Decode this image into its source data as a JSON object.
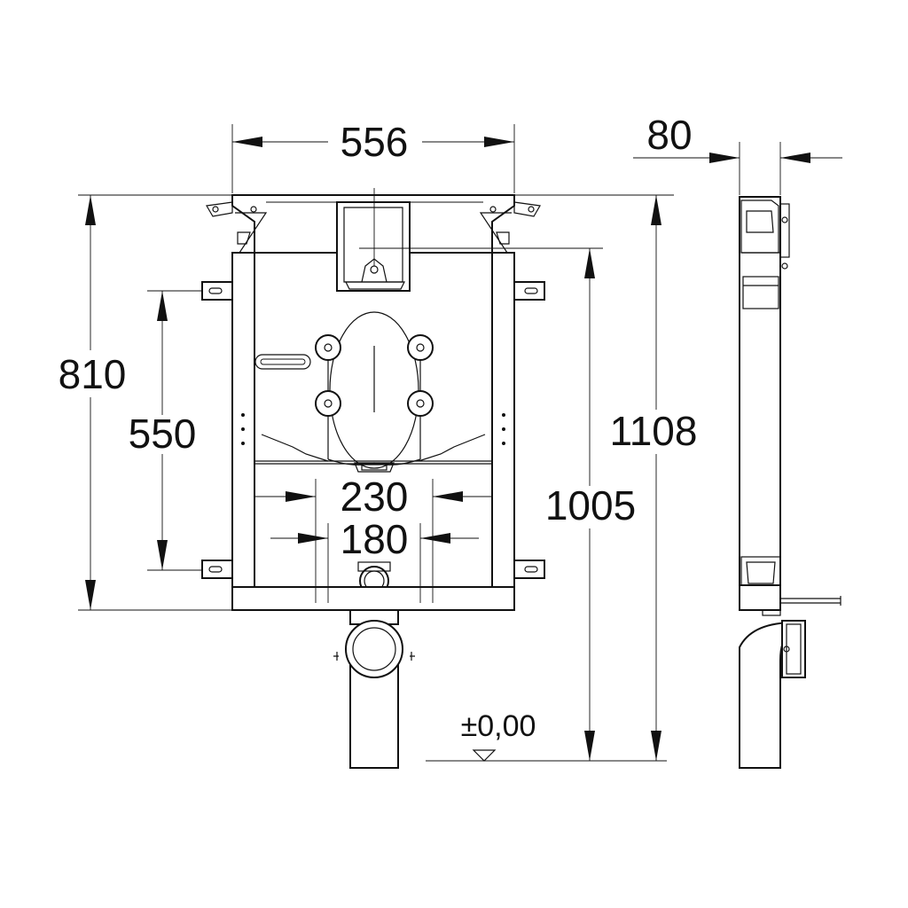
{
  "dimensions": {
    "width_total": "556",
    "depth": "80",
    "height_frame": "810",
    "fixing_spacing": "550",
    "height_total": "1108",
    "height_inlet": "1005",
    "bolt_spacing_outer": "230",
    "bolt_spacing_inner": "180",
    "floor_level": "±0,00"
  }
}
